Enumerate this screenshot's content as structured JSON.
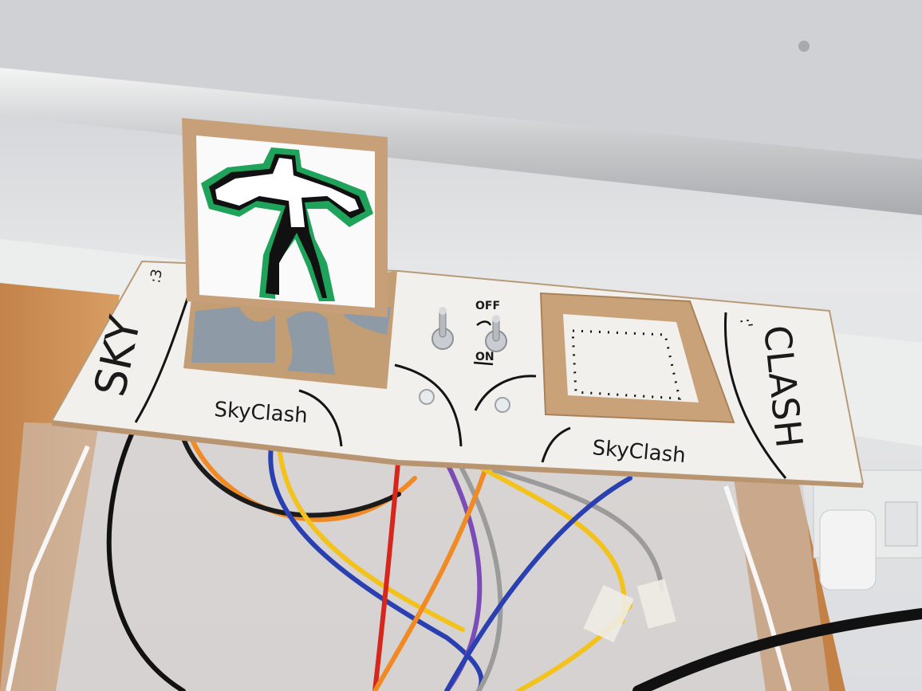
{
  "scene": {
    "board_label_left": "SKY",
    "board_label_right": "CLASH",
    "signature_left": "SkyClash",
    "signature_right": "SkyClash",
    "emoticon_left": ":3",
    "emoticon_right": ":'",
    "switch_off_label": "OFF",
    "switch_on_label": "ON"
  },
  "colors": {
    "cardboard": "#c8a27a",
    "board_white": "#f1f0ec",
    "sprite_green": "#1fa35b",
    "wall": "#dcdee1",
    "table_wood": "#c98a4f",
    "wire_orange": "#f08a24",
    "wire_blue": "#2a3fb0",
    "wire_red": "#d7261c"
  }
}
